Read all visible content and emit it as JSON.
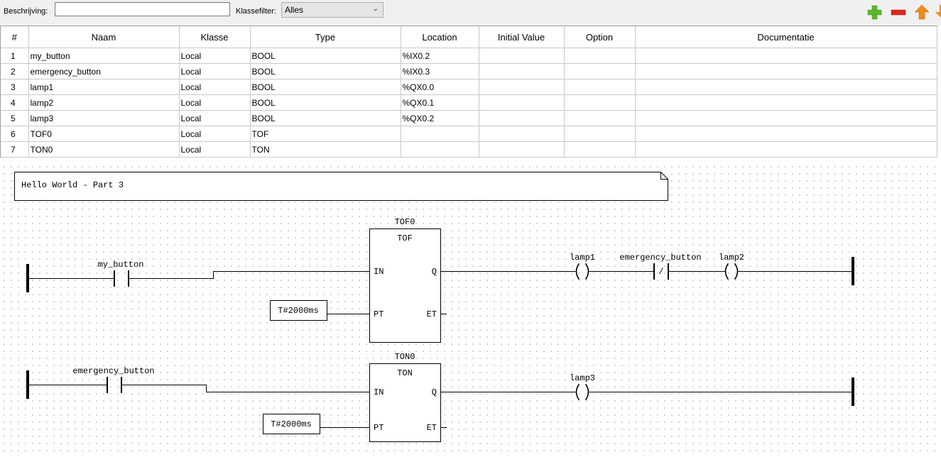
{
  "toolbar": {
    "description_label": "Beschrijving:",
    "description_value": "",
    "class_filter_label": "Klassefilter:",
    "class_filter_value": "Alles",
    "add_icon": "add-icon",
    "remove_icon": "remove-icon",
    "move_up_icon": "move-up-icon",
    "colors": {
      "add": "#5cb82c",
      "remove": "#d9281e",
      "move_up": "#f08a1c"
    }
  },
  "table": {
    "headers": [
      "#",
      "Naam",
      "Klasse",
      "Type",
      "Location",
      "Initial Value",
      "Option",
      "Documentatie"
    ],
    "rows": [
      [
        "1",
        "my_button",
        "Local",
        "BOOL",
        "%IX0.2",
        "",
        "",
        ""
      ],
      [
        "2",
        "emergency_button",
        "Local",
        "BOOL",
        "%IX0.3",
        "",
        "",
        ""
      ],
      [
        "3",
        "lamp1",
        "Local",
        "BOOL",
        "%QX0.0",
        "",
        "",
        ""
      ],
      [
        "4",
        "lamp2",
        "Local",
        "BOOL",
        "%QX0.1",
        "",
        "",
        ""
      ],
      [
        "5",
        "lamp3",
        "Local",
        "BOOL",
        "%QX0.2",
        "",
        "",
        ""
      ],
      [
        "6",
        "TOF0",
        "Local",
        "TOF",
        "",
        "",
        "",
        ""
      ],
      [
        "7",
        "TON0",
        "Local",
        "TON",
        "",
        "",
        "",
        ""
      ]
    ]
  },
  "diagram": {
    "comment": "Hello World - Part 3",
    "rung1": {
      "contact": "my_button",
      "block_instance": "TOF0",
      "block_type": "TOF",
      "pin_in": "IN",
      "pin_pt": "PT",
      "pin_q": "Q",
      "pin_et": "ET",
      "preset": "T#2000ms",
      "coil1": "lamp1",
      "negated_contact": "emergency_button",
      "negation_mark": "/",
      "coil2": "lamp2"
    },
    "rung2": {
      "contact": "emergency_button",
      "block_instance": "TON0",
      "block_type": "TON",
      "pin_in": "IN",
      "pin_pt": "PT",
      "pin_q": "Q",
      "pin_et": "ET",
      "preset": "T#2000ms",
      "coil": "lamp3"
    }
  }
}
